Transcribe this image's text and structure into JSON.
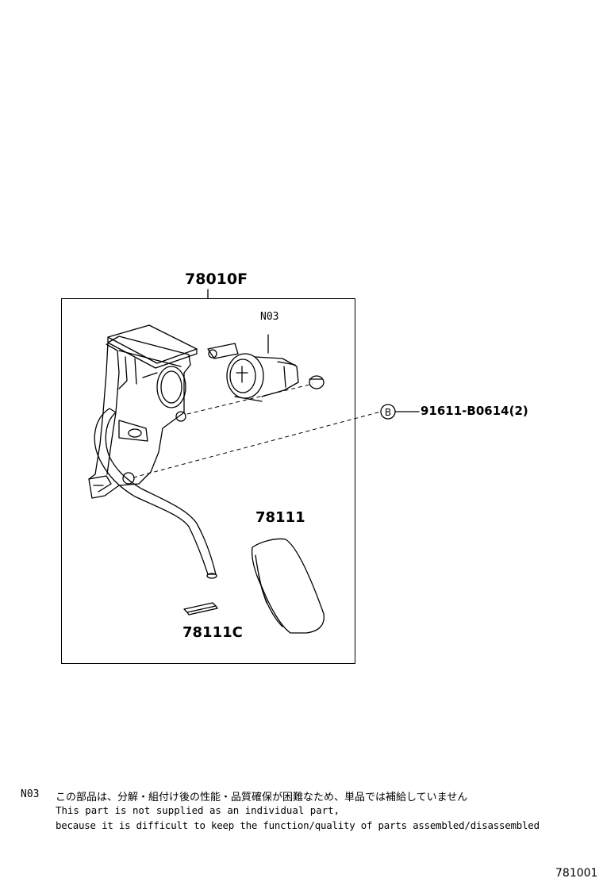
{
  "diagram": {
    "assembly_part": "78010F",
    "sensor_note_ref": "N03",
    "bolt_marker": "B",
    "bolt_part": "91611-B0614(2)",
    "pedal_pad_part": "78111",
    "clip_part": "78111C"
  },
  "note": {
    "code": "N03",
    "line_jp": "この部品は、分解・組付け後の性能・品質確保が困難なため、単品では補給していません",
    "line_en_1": "This part is not supplied as an individual part,",
    "line_en_2": "because it is difficult to keep the function/quality of parts assembled/disassembled"
  },
  "figure_number": "781001"
}
